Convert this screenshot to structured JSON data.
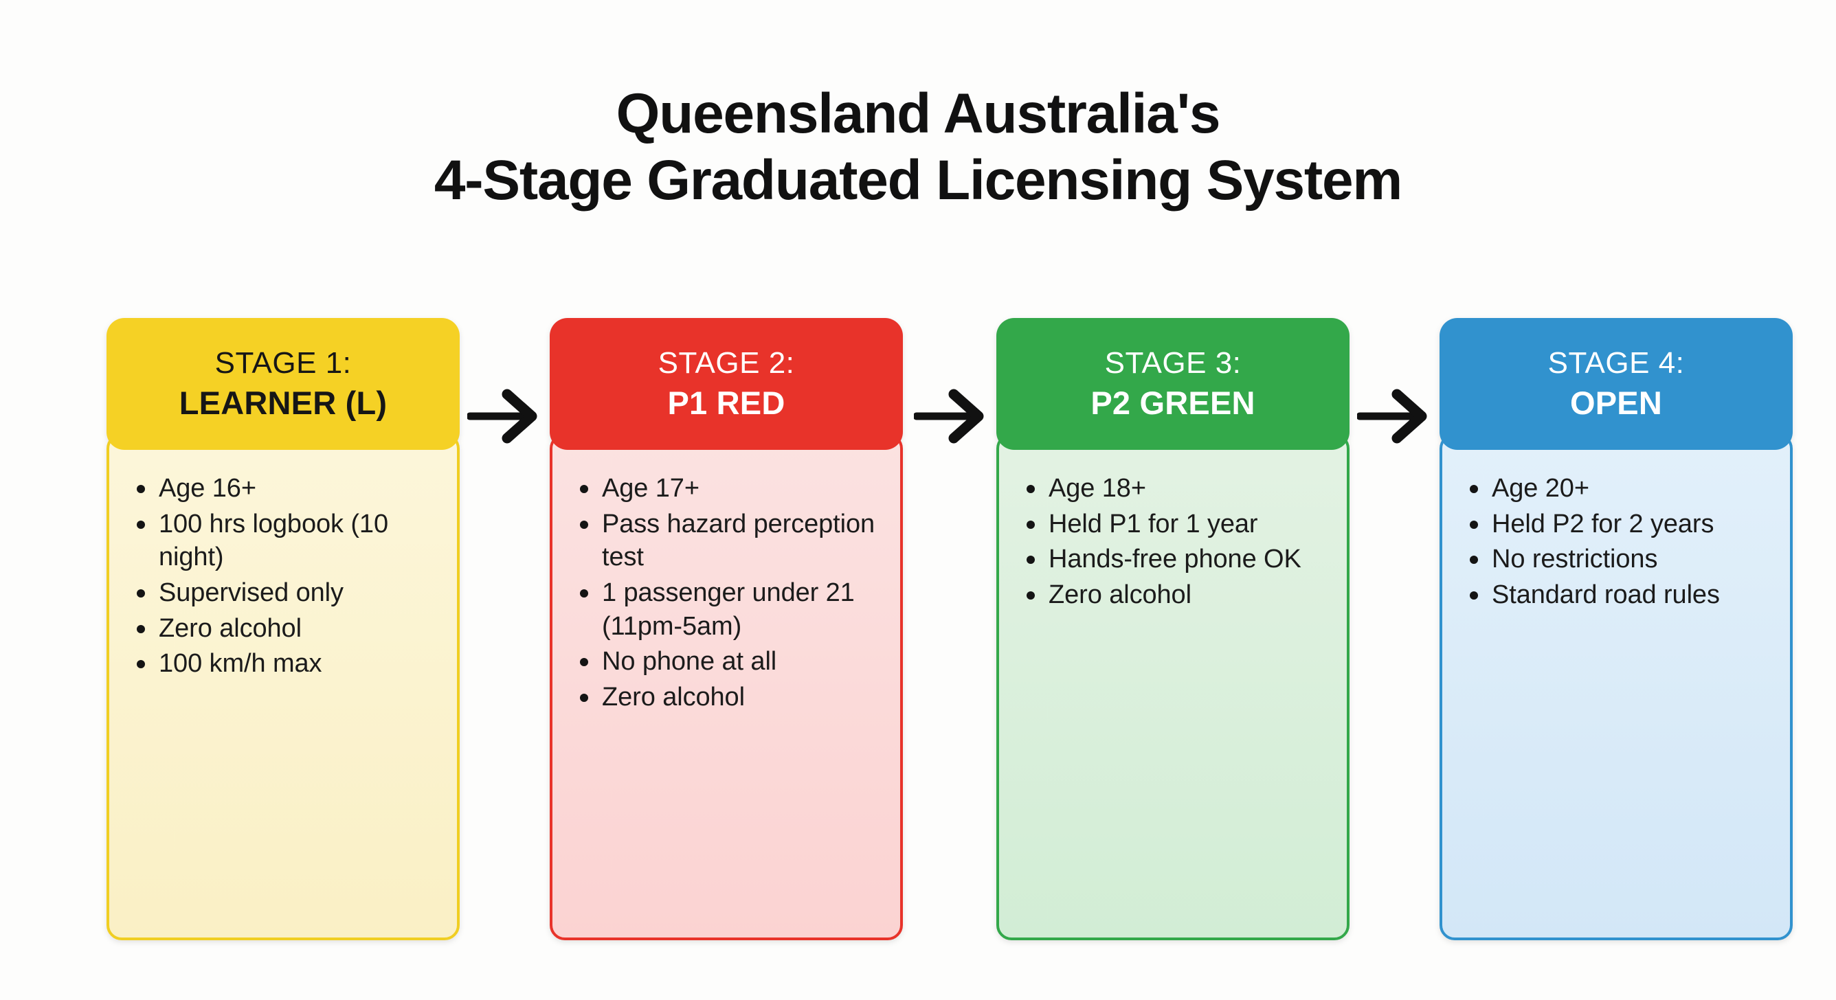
{
  "title": {
    "line1": "Queensland Australia's",
    "line2": "4-Stage Graduated Licensing System"
  },
  "colors": {
    "stage1": "#F5D125",
    "stage1_body": "#FAF0C5",
    "stage2": "#E8332A",
    "stage2_body": "#FBD3D2",
    "stage3": "#33A84A",
    "stage3_body": "#D2EDD5",
    "stage4": "#3192CE",
    "stage4_body": "#D3E7F7",
    "arrow": "#111111",
    "background": "#FDFDFC"
  },
  "arrows": {
    "arrow1_name": "arrow-right-icon",
    "arrow2_name": "arrow-right-icon",
    "arrow3_name": "arrow-right-icon"
  },
  "stages": [
    {
      "stage_label": "STAGE 1:",
      "stage_name": "LEARNER (L)",
      "bullets": [
        "Age 16+",
        "100 hrs logbook (10 night)",
        "Supervised only",
        "Zero alcohol",
        "100 km/h max"
      ]
    },
    {
      "stage_label": "STAGE 2:",
      "stage_name": "P1 RED",
      "bullets": [
        "Age 17+",
        "Pass hazard perception test",
        "1 passenger under 21 (11pm-5am)",
        "No phone at all",
        "Zero alcohol"
      ]
    },
    {
      "stage_label": "STAGE 3:",
      "stage_name": "P2 GREEN",
      "bullets": [
        "Age 18+",
        "Held P1 for 1 year",
        "Hands-free phone OK",
        "Zero alcohol"
      ]
    },
    {
      "stage_label": "STAGE 4:",
      "stage_name": "OPEN",
      "bullets": [
        "Age 20+",
        "Held P2 for 2 years",
        "No restrictions",
        "Standard road rules"
      ]
    }
  ]
}
